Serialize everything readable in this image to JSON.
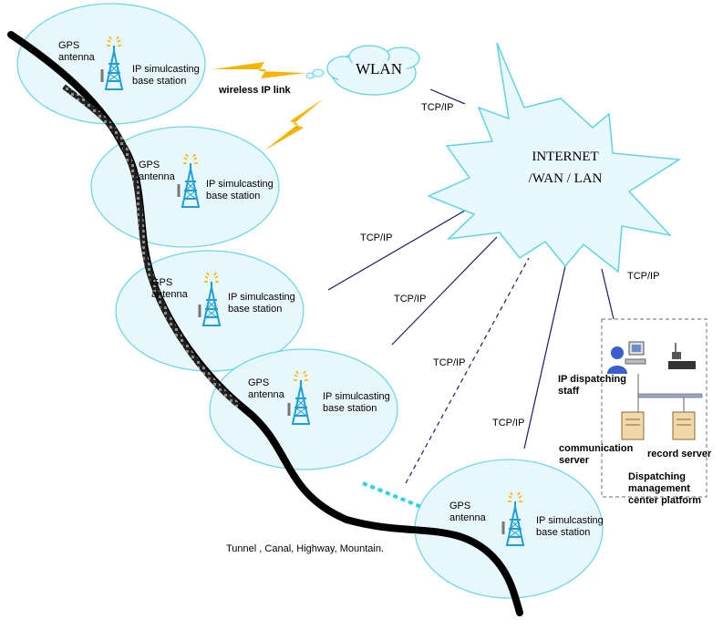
{
  "network": {
    "wlan": "WLAN",
    "internet_line1": "INTERNET",
    "internet_line2": "/WAN / LAN",
    "wireless_link": "wireless IP link",
    "tcpip": "TCP/IP"
  },
  "stations": [
    {
      "gps_line1": "GPS",
      "gps_line2": "antenna",
      "label_line1": "IP simulcasting",
      "label_line2": "base station"
    },
    {
      "gps_line1": "GPS",
      "gps_line2": "antenna",
      "label_line1": "IP simulcasting",
      "label_line2": "base station"
    },
    {
      "gps_line1": "GPS",
      "gps_line2": "antenna",
      "label_line1": "IP simulcasting",
      "label_line2": "base station"
    },
    {
      "gps_line1": "GPS",
      "gps_line2": "antenna",
      "label_line1": "IP simulcasting",
      "label_line2": "base station"
    },
    {
      "gps_line1": "GPS",
      "gps_line2": "antenna",
      "label_line1": "IP simulcasting",
      "label_line2": "base station"
    }
  ],
  "route_label": "Tunnel , Canal, Highway, Mountain.",
  "platform": {
    "staff_line1": "IP dispatching",
    "staff_line2": "staff",
    "comm_line1": "communication",
    "comm_line2": "server",
    "record": "record server",
    "title_line1": "Dispatching",
    "title_line2": "management",
    "title_line3": "center platform"
  },
  "colors": {
    "cell_fill": "#e6f7fb",
    "cell_stroke": "#5fd4e3",
    "link_line": "#1a1a6e",
    "tower": "#1d9fd8",
    "lightning": "#f5b400",
    "route": "#000000"
  },
  "icons": [
    "tower-icon",
    "lightning-icon",
    "cloud-icon",
    "starburst-icon",
    "user-icon",
    "pc-icon",
    "server-icon",
    "phone-icon"
  ]
}
